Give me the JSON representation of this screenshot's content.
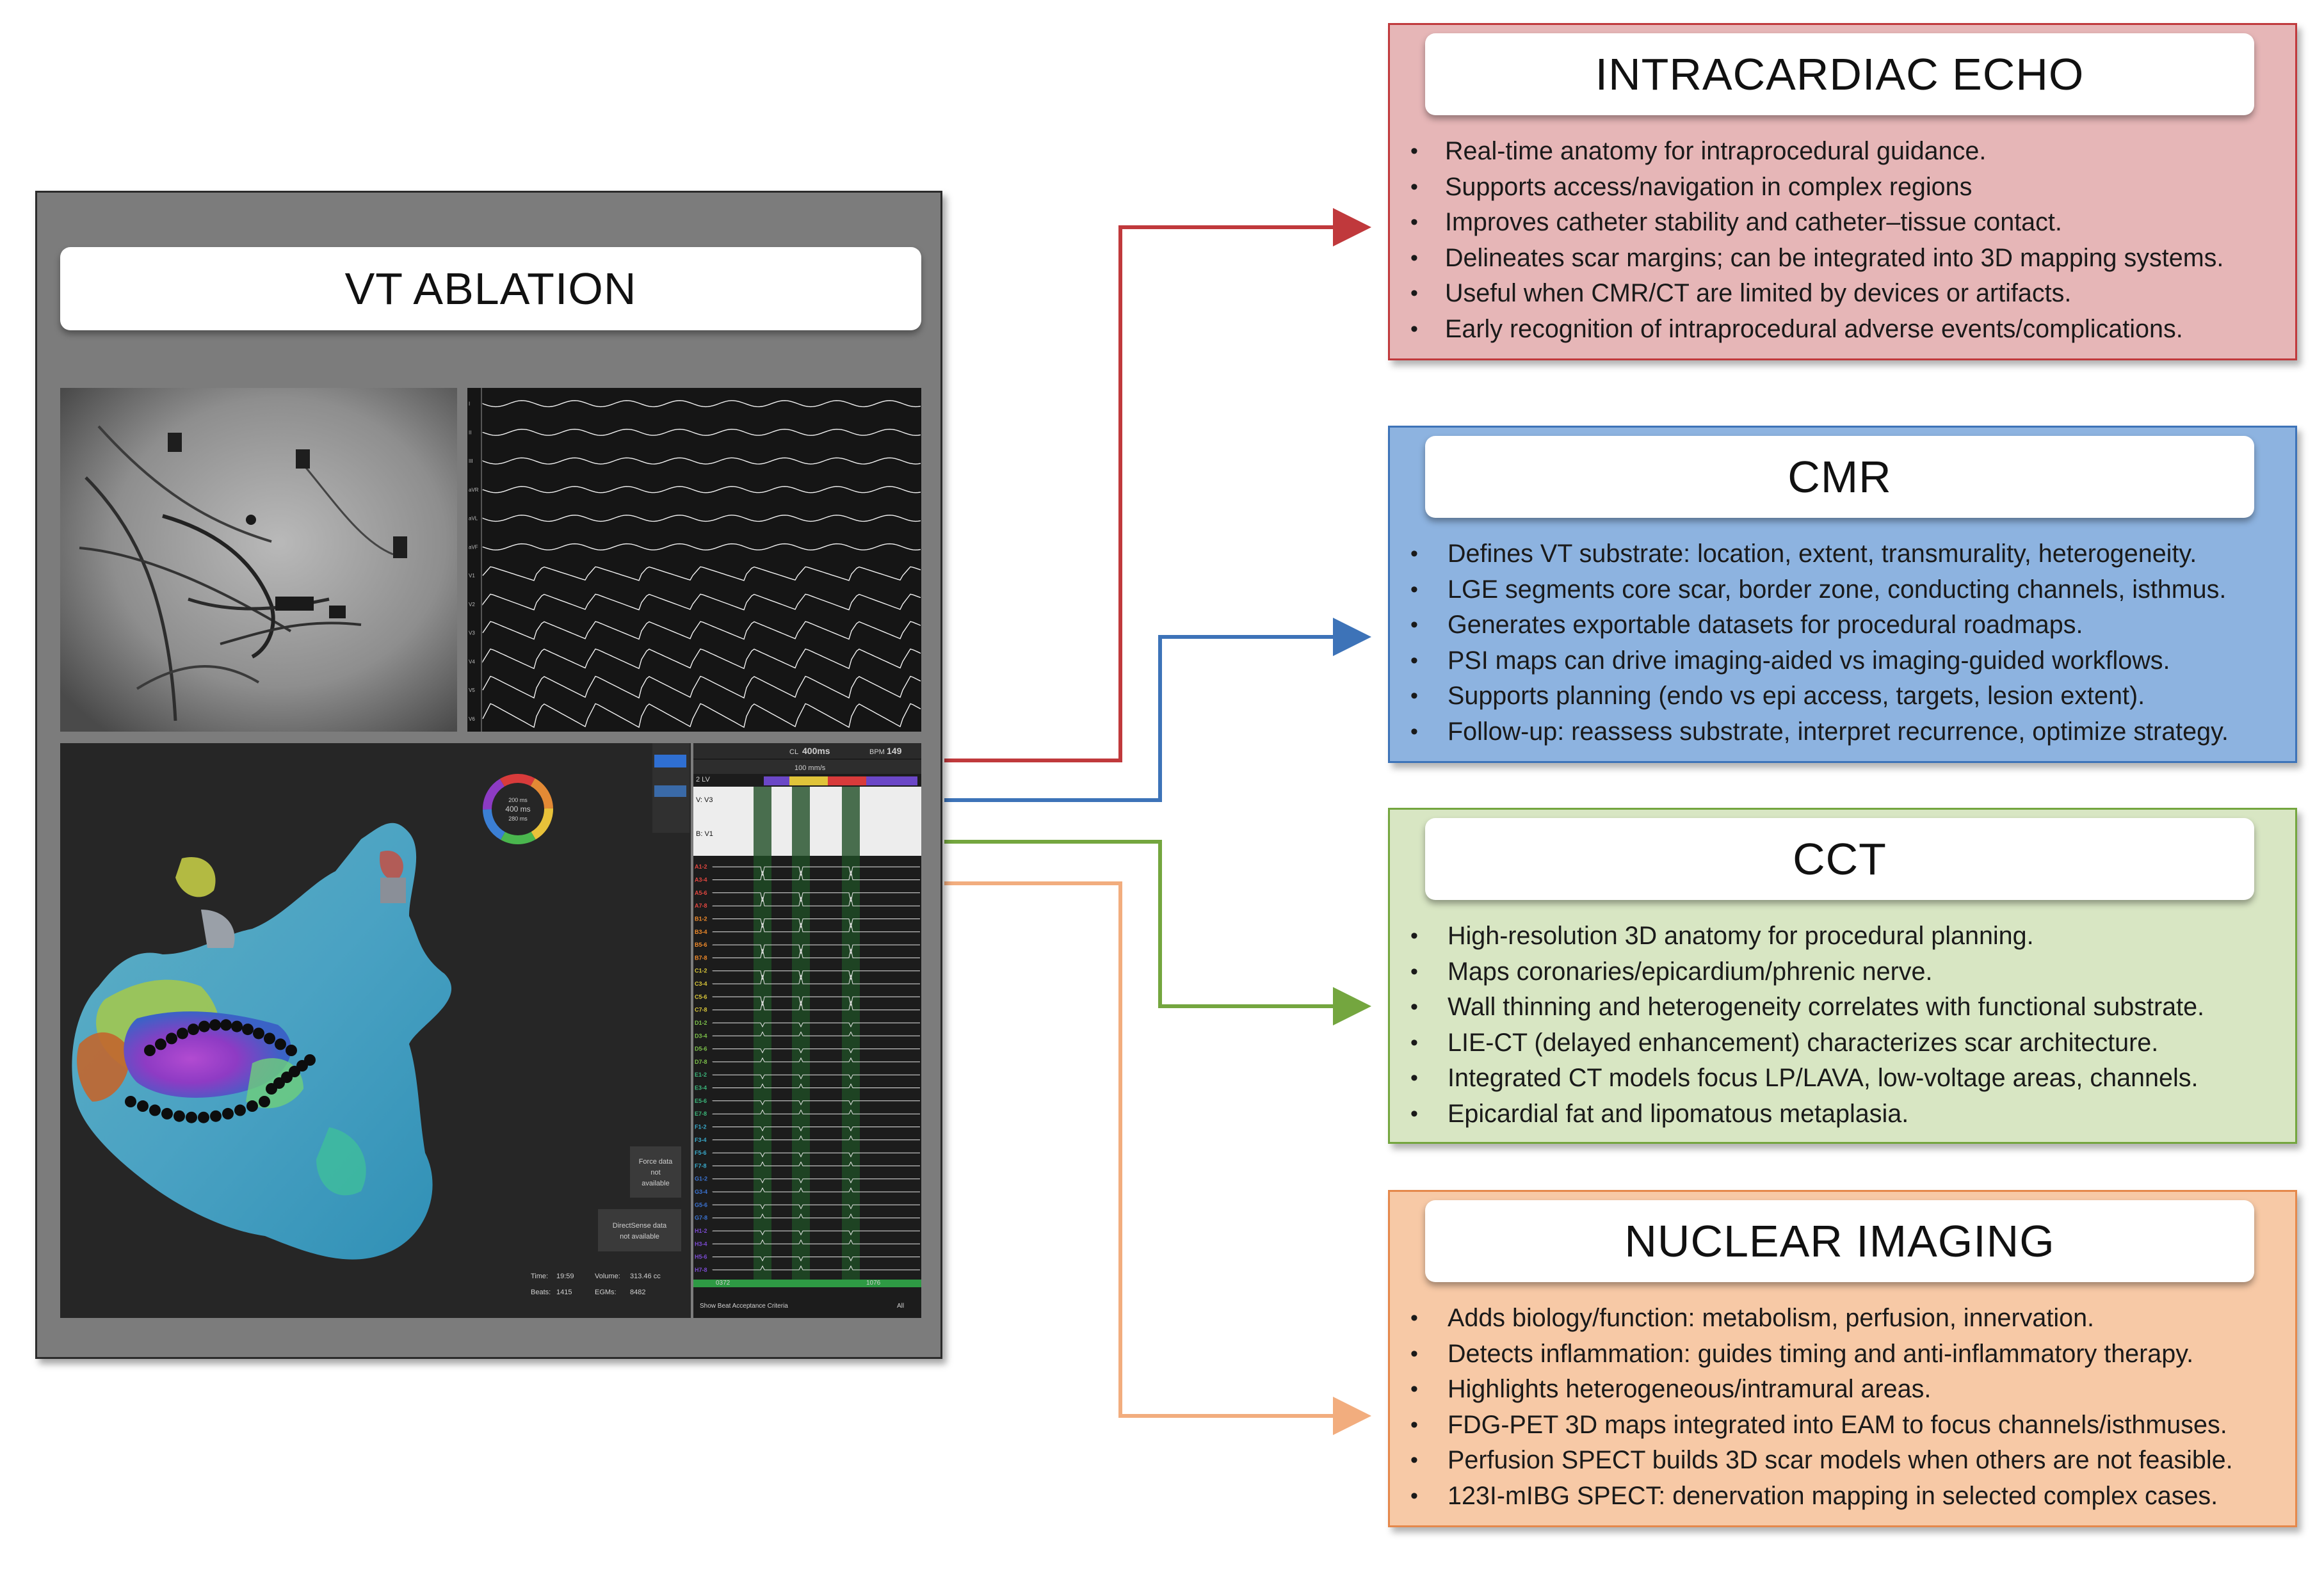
{
  "vt_panel": {
    "title": "VT ABLATION"
  },
  "ecg_leads": [
    "I",
    "II",
    "III",
    "aVR",
    "aVL",
    "aVF",
    "V1",
    "V2",
    "V3",
    "V4",
    "V5",
    "V6"
  ],
  "map_labels": {
    "time_label": "Time:",
    "time_value": "19:59",
    "beats_label": "Beats:",
    "beats_value": "1415",
    "volume_label": "Volume:",
    "volume_value": "313.46 cc",
    "egms_label": "EGMs:",
    "egms_value": "8482",
    "force_line1": "Force data",
    "force_line2": "not",
    "force_line3": "available",
    "ds_line1": "DirectSense data",
    "ds_line2": "not available",
    "ring_line1": "400 ms",
    "ring_line2": "200 ms",
    "ring_line3": "280 ms"
  },
  "egm_labels": {
    "cl_label": "CL",
    "cl_value": "400ms",
    "bpm_label": "BPM",
    "bpm_value": "149",
    "speed": "100 mm/s",
    "lv": "2 LV",
    "v3": "V: V3",
    "v1": "B: V1",
    "channels": [
      "A1-2",
      "A3-4",
      "A5-6",
      "A7-8",
      "B1-2",
      "B3-4",
      "B5-6",
      "B7-8",
      "C1-2",
      "C3-4",
      "C5-6",
      "C7-8",
      "D1-2",
      "D3-4",
      "D5-6",
      "D7-8",
      "E1-2",
      "E3-4",
      "E5-6",
      "E7-8",
      "F1-2",
      "F3-4",
      "F5-6",
      "F7-8",
      "G1-2",
      "G3-4",
      "G5-6",
      "G7-8",
      "H1-2",
      "H3-4",
      "H5-6",
      "H7-8"
    ],
    "footer": "Show Beat Acceptance Criteria",
    "footer_right": "All",
    "beat_a": "0372",
    "beat_b": "1076"
  },
  "boxes": [
    {
      "id": "echo",
      "title": "INTRACARDIAC ECHO",
      "color": "#c0393c",
      "items": [
        "Real-time anatomy for intraprocedural guidance.",
        "Supports access/navigation in complex regions",
        "Improves catheter stability and catheter–tissue contact.",
        "Delineates scar margins; can be integrated into 3D mapping systems.",
        "Useful when CMR/CT are limited by devices or artifacts.",
        "Early recognition of intraprocedural adverse events/complications."
      ]
    },
    {
      "id": "cmr",
      "title": "CMR",
      "color": "#3d73b8",
      "items": [
        "Defines VT substrate: location, extent, transmurality, heterogeneity.",
        "LGE segments core scar, border zone, conducting channels, isthmus.",
        "Generates exportable datasets for procedural roadmaps.",
        "PSI maps can drive imaging-aided vs imaging-guided workflows.",
        "Supports planning (endo vs epi access, targets, lesion extent).",
        "Follow-up: reassess substrate, interpret recurrence, optimize strategy."
      ]
    },
    {
      "id": "cct",
      "title": "CCT",
      "color": "#74a63f",
      "items": [
        "High-resolution 3D anatomy for procedural planning.",
        "Maps coronaries/epicardium/phrenic nerve.",
        "Wall thinning and heterogeneity correlates with functional substrate.",
        "LIE-CT (delayed enhancement) characterizes scar architecture.",
        "Integrated CT models focus LP/LAVA, low-voltage areas, channels.",
        "Epicardial fat and lipomatous metaplasia."
      ]
    },
    {
      "id": "nuclear",
      "title": "NUCLEAR IMAGING",
      "color": "#f2ad7e",
      "items": [
        "Adds biology/function: metabolism, perfusion, innervation.",
        "Detects inflammation: guides timing and anti-inflammatory therapy.",
        "Highlights heterogeneous/intramural areas.",
        "FDG-PET 3D maps integrated into EAM to focus channels/isthmuses.",
        "Perfusion SPECT builds 3D scar models when others are not feasible.",
        "123I-mIBG SPECT: denervation mapping in selected complex cases."
      ]
    }
  ]
}
